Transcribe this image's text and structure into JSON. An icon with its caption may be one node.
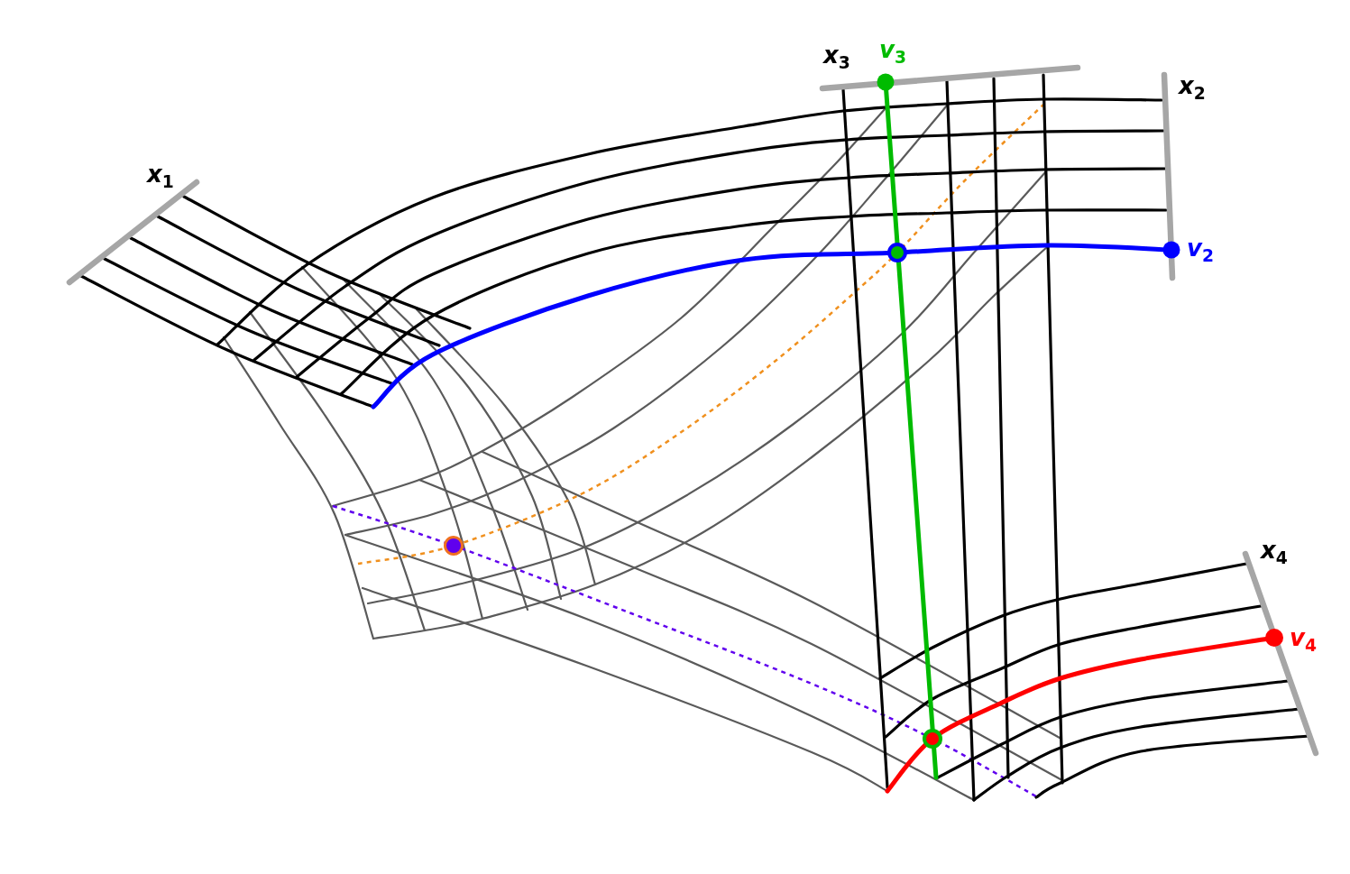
{
  "diagram": {
    "labels": [
      "*x*$_{3}$",
      "*v*$_{3}$",
      "*x*$_{2}$",
      "*x*$_{1}$",
      "*v*$_{2}$",
      "*x*$_{4}$",
      "*v*$_{4}$"
    ]
  }
}
